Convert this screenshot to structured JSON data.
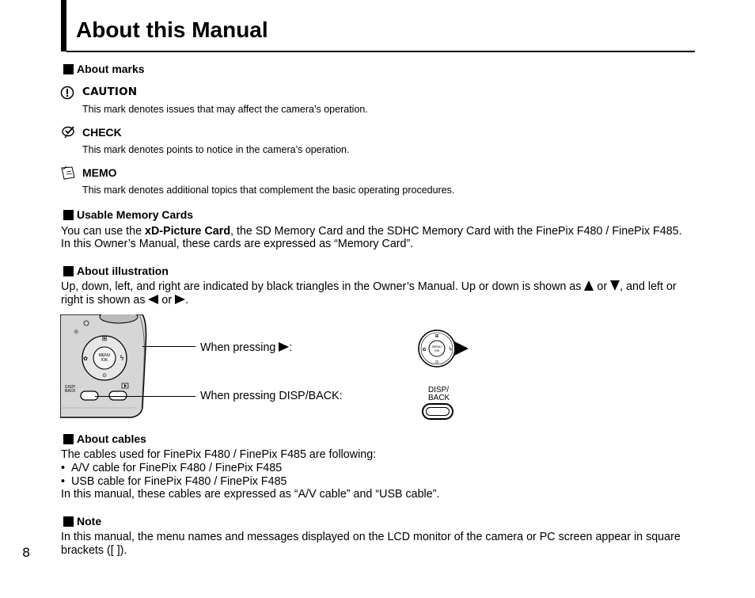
{
  "page": {
    "title": "About this Manual",
    "page_number": "8"
  },
  "about_marks": {
    "heading": "About marks",
    "marks": [
      {
        "icon": "caution-icon",
        "title": "CAUTION",
        "desc": "This mark denotes issues that may affect the camera’s operation."
      },
      {
        "icon": "check-icon",
        "title": "CHECK",
        "desc": "This mark denotes points to notice in the camera’s operation."
      },
      {
        "icon": "memo-icon",
        "title": "MEMO",
        "desc": "This mark denotes additional topics that complement the basic operating procedures."
      }
    ]
  },
  "usable_memory": {
    "heading": "Usable Memory Cards",
    "line1_pre": "You can use the ",
    "line1_bold": "xD-Picture Card",
    "line1_post": ", the SD Memory Card and the SDHC Memory Card with the FinePix F480 / FinePix F485.",
    "line2": "In this Owner’s Manual, these cards are expressed as “Memory Card”."
  },
  "illustration": {
    "heading": "About illustration",
    "line1_a": "Up, down, left, and right are indicated by black triangles in the Owner’s Manual. Up or down is shown as ",
    "or1": " or ",
    "line1_b": ", and left or",
    "line2_a": "right is shown as ",
    "or2": " or ",
    "line2_b": ".",
    "when_right": "When pressing ",
    "when_right_colon": ":",
    "when_disp": "When pressing DISP/BACK:",
    "cam_menu_ok": "MENU /OK",
    "cam_disp_back": "DISP/ BACK",
    "big_disp": "DISP/",
    "big_back": "BACK",
    "small_menu": "MENU",
    "small_ok": "/OK"
  },
  "cables": {
    "heading": "About cables",
    "intro": "The cables used for FinePix F480 / FinePix F485 are following:",
    "items": [
      "A/V cable for FinePix F480 / FinePix F485",
      "USB cable for FinePix F480 / FinePix F485"
    ],
    "outro": "In this manual, these cables are expressed as “A/V cable” and “USB cable”."
  },
  "note": {
    "heading": "Note",
    "line1": "In this manual, the menu names and messages displayed on the LCD monitor of the camera or PC screen appear in square",
    "line2": "brackets ([ ])."
  }
}
